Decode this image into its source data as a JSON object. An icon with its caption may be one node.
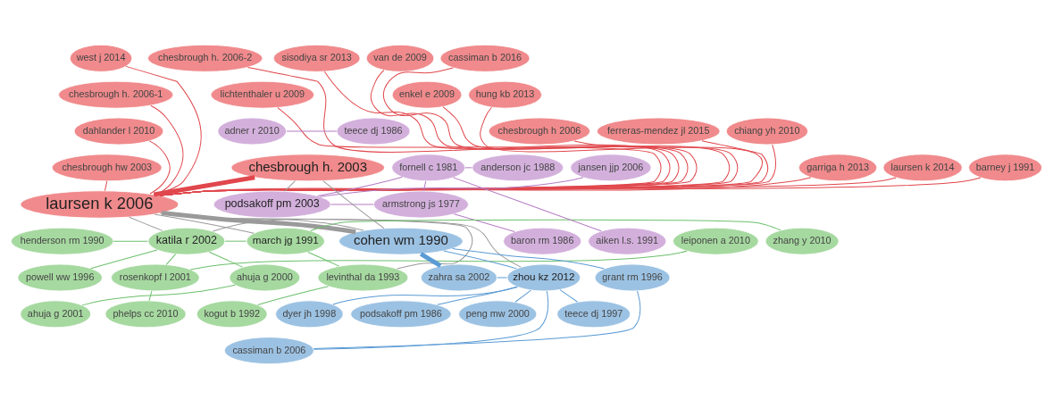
{
  "diagram": {
    "nodes": [
      {
        "text": [
          "van de 2009"
        ]
      },
      {
        "text": [
          "cassiman b 2016"
        ]
      },
      {
        "text": [
          "sisodiya sr 2013"
        ]
      },
      {
        "text": [
          "chesbrough h. 2006-2"
        ]
      },
      {
        "text": [
          "west j 2014"
        ]
      },
      {
        "text": [
          "lichtenthaler u 2009"
        ]
      },
      {
        "text": [
          "chesbrough h. 2006-1"
        ]
      },
      {
        "text": [
          "hung kb 2013"
        ]
      },
      {
        "text": [
          "enkel e 2009"
        ]
      },
      {
        "text": [
          "ferreras-mendez jl 2015"
        ]
      },
      {
        "text": [
          "chiang yh 2010"
        ]
      },
      {
        "text": [
          "dahlander l 2010"
        ]
      },
      {
        "text": [
          "chesbrough h 2006"
        ]
      },
      {
        "text": [
          "garriga h 2013"
        ]
      },
      {
        "text": [
          "barney j 1991"
        ]
      },
      {
        "text": [
          "chesbrough h. 2003"
        ]
      },
      {
        "text": [
          "chesbrough hw 2003"
        ]
      },
      {
        "text": [
          "laursen k 2014"
        ]
      },
      {
        "text": [
          "laursen k 2006"
        ]
      },
      {
        "text": [
          "teece dj 1986"
        ]
      },
      {
        "text": [
          "adner r 2010"
        ]
      },
      {
        "text": [
          "anderson jc 1988"
        ]
      },
      {
        "text": [
          "fornell c 1981"
        ]
      },
      {
        "text": [
          "jansen jjp 2006"
        ]
      },
      {
        "text": [
          "podsakoff pm 2003"
        ]
      },
      {
        "text": [
          "armstrong js 1977"
        ]
      },
      {
        "text": [
          "aiken l.s. 1991"
        ]
      },
      {
        "text": [
          "baron rm 1986"
        ]
      },
      {
        "text": [
          "henderson rm 1990"
        ]
      },
      {
        "text": [
          "zhang y 2010"
        ]
      },
      {
        "text": [
          "leiponen a 2010"
        ]
      },
      {
        "text": [
          "katila r 2002"
        ]
      },
      {
        "text": [
          "march jg 1991"
        ]
      },
      {
        "text": [
          "ahuja g 2000"
        ]
      },
      {
        "text": [
          "powell ww 1996"
        ]
      },
      {
        "text": [
          "rosenkopf l 2001"
        ]
      },
      {
        "text": [
          "levinthal da 1993"
        ]
      },
      {
        "text": [
          "phelps cc 2010"
        ]
      },
      {
        "text": [
          "ahuja g 2001"
        ]
      },
      {
        "text": [
          "kogut b 1992"
        ]
      },
      {
        "text": [
          "cohen wm 1990"
        ]
      },
      {
        "text": [
          "zahra sa 2002"
        ]
      },
      {
        "text": [
          "grant rm 1996"
        ]
      },
      {
        "text": [
          "zhou kz 2012"
        ]
      },
      {
        "text": [
          "dyer jh 1998"
        ]
      },
      {
        "text": [
          "peng mw 2000"
        ]
      },
      {
        "text": [
          "teece dj 1997"
        ]
      },
      {
        "text": [
          "podsakoff pm 1986"
        ]
      },
      {
        "text": [
          "cassiman b 2006"
        ]
      }
    ],
    "edges": [
      {
        "from": 0,
        "to": 18,
        "arrow": "none",
        "color": "#e0474c"
      },
      {
        "from": 1,
        "to": 18,
        "arrow": "none",
        "color": "#e0474c"
      },
      {
        "from": 2,
        "to": 18,
        "arrow": "none",
        "color": "#e0474c"
      },
      {
        "from": 3,
        "to": 18,
        "arrow": "none",
        "color": "#e0474c"
      },
      {
        "from": 4,
        "to": 18,
        "arrow": "none",
        "color": "#e0474c"
      },
      {
        "from": 5,
        "to": 18,
        "arrow": "none",
        "color": "#e0474c"
      },
      {
        "from": 6,
        "to": 18,
        "arrow": "none",
        "color": "#e0474c"
      },
      {
        "from": 7,
        "to": 18,
        "arrow": "none",
        "color": "#e0474c"
      },
      {
        "from": 8,
        "to": 18,
        "arrow": "none",
        "color": "#e0474c"
      },
      {
        "from": 9,
        "to": 18,
        "arrow": "none",
        "color": "#e0474c"
      },
      {
        "from": 10,
        "to": 18,
        "arrow": "none",
        "color": "#e0474c"
      },
      {
        "from": 11,
        "to": 18,
        "arrow": "none",
        "color": "#e0474c"
      },
      {
        "from": 12,
        "to": 18,
        "arrow": "none",
        "color": "#e0474c"
      },
      {
        "from": 13,
        "to": 18,
        "arrow": "none",
        "color": "#e0474c"
      },
      {
        "from": 14,
        "to": 18,
        "arrow": "none",
        "color": "#e0474c"
      },
      {
        "from": 15,
        "to": 18,
        "arrow": "none",
        "color": "#e0474c",
        "style": "thick"
      },
      {
        "from": 16,
        "to": 18,
        "arrow": "none",
        "color": "#e0474c"
      },
      {
        "from": 17,
        "to": 18,
        "arrow": "none",
        "color": "#e0474c"
      },
      {
        "from": 24,
        "to": 22,
        "arrow": "none",
        "color": "#b57cc4"
      },
      {
        "from": 22,
        "to": 25,
        "arrow": "none",
        "color": "#b57cc4"
      },
      {
        "from": 24,
        "to": 25,
        "arrow": "none",
        "color": "#b57cc4"
      },
      {
        "from": 25,
        "to": 27,
        "arrow": "none",
        "color": "#b57cc4"
      },
      {
        "from": 26,
        "to": 22,
        "arrow": "none",
        "color": "#b57cc4"
      },
      {
        "from": 23,
        "to": 24,
        "arrow": "none",
        "color": "#b57cc4"
      },
      {
        "from": 21,
        "to": 22,
        "arrow": "none",
        "color": "#b57cc4"
      },
      {
        "from": 19,
        "to": 20,
        "arrow": "none",
        "color": "#b57cc4"
      },
      {
        "from": 31,
        "to": 32,
        "arrow": "none",
        "color": "#6cbf6c"
      },
      {
        "from": 31,
        "to": 35,
        "arrow": "none",
        "color": "#6cbf6c"
      },
      {
        "from": 30,
        "to": 35,
        "arrow": "none",
        "color": "#6cbf6c"
      },
      {
        "from": 28,
        "to": 31,
        "arrow": "none",
        "color": "#6cbf6c"
      },
      {
        "from": 29,
        "to": 32,
        "arrow": "none",
        "color": "#6cbf6c"
      },
      {
        "from": 36,
        "to": 32,
        "arrow": "none",
        "color": "#6cbf6c"
      },
      {
        "from": 33,
        "to": 31,
        "arrow": "none",
        "color": "#6cbf6c"
      },
      {
        "from": 34,
        "to": 31,
        "arrow": "none",
        "color": "#6cbf6c"
      },
      {
        "from": 37,
        "to": 35,
        "arrow": "none",
        "color": "#6cbf6c"
      },
      {
        "from": 38,
        "to": 33,
        "arrow": "none",
        "color": "#6cbf6c"
      },
      {
        "from": 39,
        "to": 36,
        "arrow": "none",
        "color": "#6cbf6c"
      },
      {
        "from": 40,
        "to": 41,
        "arrow": "none",
        "color": "#5b9bd5",
        "style": "thick"
      },
      {
        "from": 40,
        "to": 43,
        "arrow": "none",
        "color": "#5b9bd5"
      },
      {
        "from": 43,
        "to": 44,
        "arrow": "none",
        "color": "#5b9bd5"
      },
      {
        "from": 43,
        "to": 47,
        "arrow": "none",
        "color": "#5b9bd5"
      },
      {
        "from": 43,
        "to": 45,
        "arrow": "none",
        "color": "#5b9bd5"
      },
      {
        "from": 43,
        "to": 48,
        "arrow": "none",
        "color": "#5b9bd5"
      },
      {
        "from": 42,
        "to": 40,
        "arrow": "none",
        "color": "#5b9bd5"
      },
      {
        "from": 48,
        "to": 42,
        "arrow": "none",
        "color": "#5b9bd5"
      },
      {
        "from": 41,
        "to": 43,
        "arrow": "none",
        "color": "#5b9bd5"
      },
      {
        "from": 46,
        "to": 43,
        "arrow": "none",
        "color": "#5b9bd5"
      },
      {
        "from": 18,
        "to": 40,
        "arrow": "none",
        "color": "#9a9a9a",
        "style": "thick"
      },
      {
        "from": 18,
        "to": 31,
        "arrow": "none",
        "color": "#9a9a9a"
      },
      {
        "from": 18,
        "to": 32,
        "arrow": "none",
        "color": "#9a9a9a"
      },
      {
        "from": 40,
        "to": 15,
        "arrow": "none",
        "color": "#9a9a9a"
      },
      {
        "from": 18,
        "to": 43,
        "arrow": "none",
        "color": "#9a9a9a"
      },
      {
        "from": 40,
        "to": 31,
        "arrow": "none",
        "color": "#9a9a9a"
      },
      {
        "from": 15,
        "to": 24,
        "arrow": "none",
        "color": "#9a9a9a"
      },
      {
        "from": 18,
        "to": 36,
        "arrow": "none",
        "color": "#9a9a9a"
      }
    ]
  }
}
